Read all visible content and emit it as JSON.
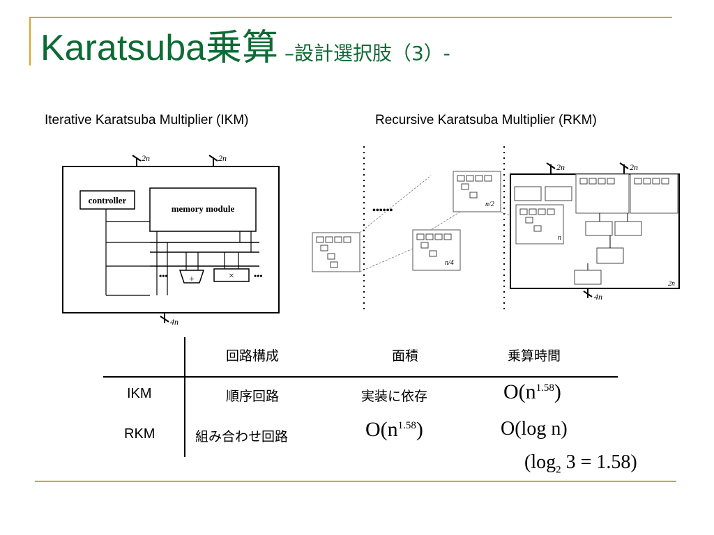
{
  "title": {
    "main": "Karatsuba乗算",
    "sub": " –設計選択肢（3）-"
  },
  "captions": {
    "ikm": "Iterative Karatsuba Multiplier (IKM)",
    "rkm": "Recursive Karatsuba Multiplier (RKM)"
  },
  "ikm_diagram": {
    "controller": "controller",
    "memory": "memory module",
    "in_width_1": "2n",
    "in_width_2": "2n",
    "out_width": "4n",
    "adder_symbol": "+",
    "mult_symbol": "×",
    "ellipsis": "•••"
  },
  "rkm_diagram": {
    "label_n": "n",
    "label_n2": "n/2",
    "label_n4": "n/4",
    "label_2n_a": "2n",
    "label_2n_b": "2n",
    "label_2n_box": "2n",
    "label_4n": "4n",
    "dots": "••••••"
  },
  "table": {
    "headers": [
      "",
      "回路構成",
      "面積",
      "乗算時間"
    ],
    "rows": [
      {
        "name": "IKM",
        "circuit": "順序回路",
        "area": "実装に依存",
        "time_base": "O(n",
        "time_exp": "1.58",
        "time_close": ")"
      },
      {
        "name": "RKM",
        "circuit": "組み合わせ回路",
        "area_base": "O(n",
        "area_exp": "1.58",
        "area_close": ")",
        "time": "O(log n)"
      }
    ],
    "note": {
      "open": "(log",
      "sub": "2",
      "rest": " 3 = 1.58)"
    }
  }
}
